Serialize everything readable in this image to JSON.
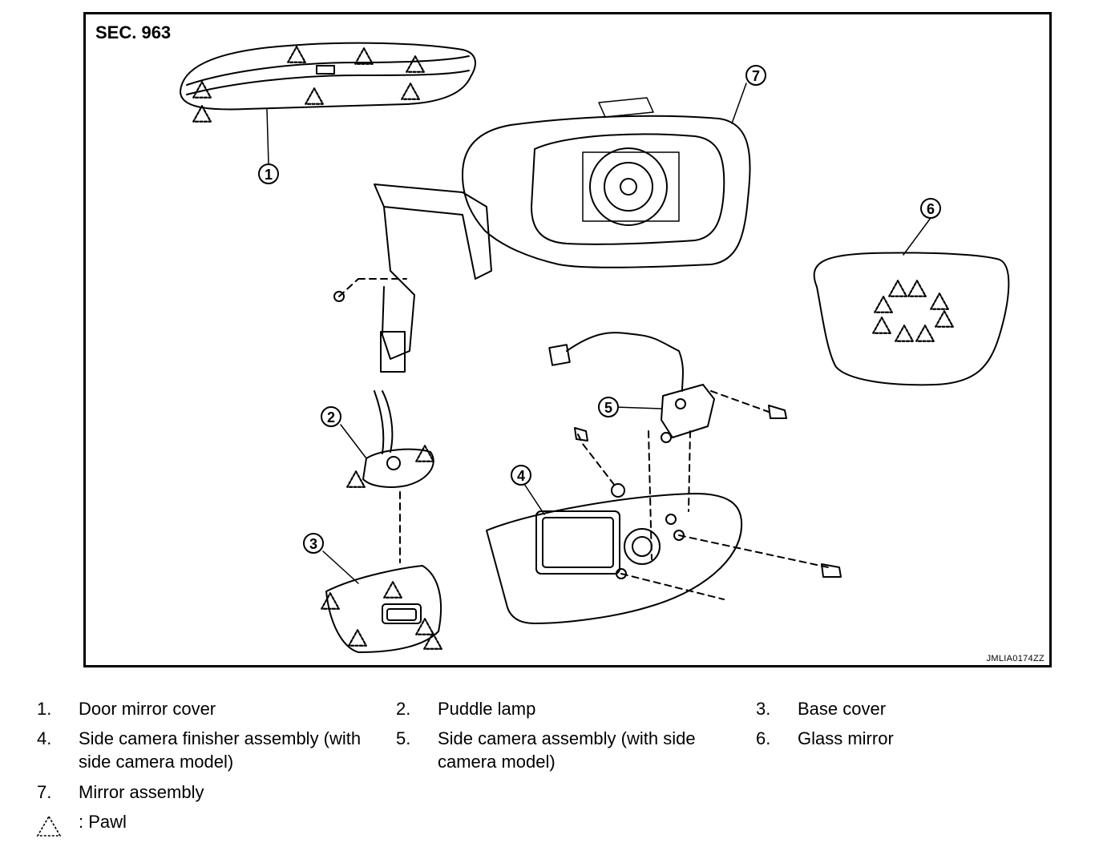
{
  "header": {
    "section": "SEC. 963"
  },
  "figure": {
    "code": "JMLIA0174ZZ"
  },
  "callouts": [
    "1",
    "2",
    "3",
    "4",
    "5",
    "6",
    "7"
  ],
  "legend": {
    "items": [
      {
        "num": "1.",
        "label": "Door mirror cover"
      },
      {
        "num": "2.",
        "label": "Puddle lamp"
      },
      {
        "num": "3.",
        "label": "Base cover"
      },
      {
        "num": "4.",
        "label": "Side camera finisher assembly (with side camera model)"
      },
      {
        "num": "5.",
        "label": "Side camera assembly (with side camera model)"
      },
      {
        "num": "6.",
        "label": "Glass mirror"
      },
      {
        "num": "7.",
        "label": "Mirror assembly"
      }
    ],
    "pawl": {
      "label": ": Pawl",
      "icon": "pawl-triangle-icon"
    }
  }
}
